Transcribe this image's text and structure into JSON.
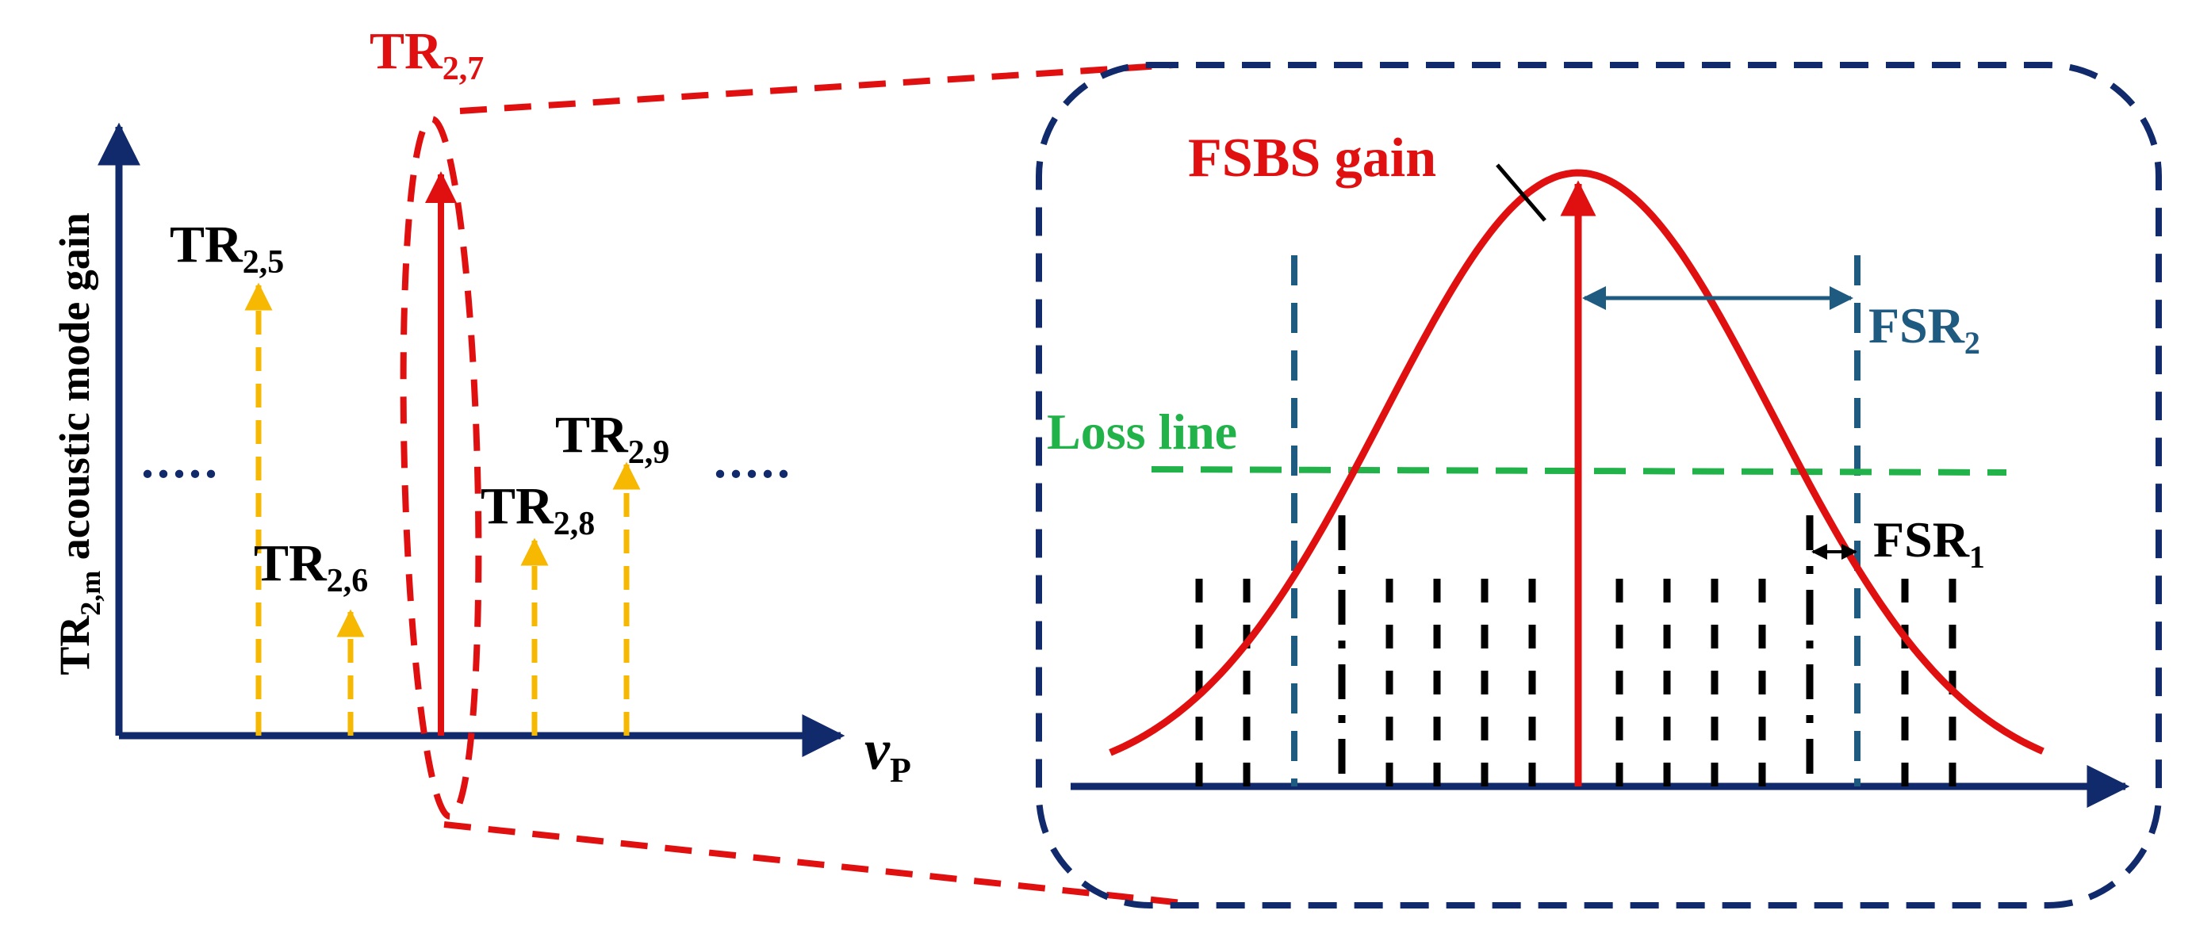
{
  "colors": {
    "axis": "#102a6b",
    "red": "#e01010",
    "yellow": "#f6b800",
    "teal": "#1f5a80",
    "green": "#22b24a",
    "black": "#000000",
    "inset_border": "#102a6b"
  },
  "left_panel": {
    "y_axis_label": {
      "main": "TR",
      "sub": "2,m",
      "rest": " acoustic mode gain"
    },
    "x_axis_label": {
      "main": "v",
      "sub": "P"
    },
    "ellipsis_left": ".....",
    "ellipsis_right": ".....",
    "peaks": [
      {
        "main": "TR",
        "sub": "2,5",
        "gain": 0.73,
        "color": "yellow"
      },
      {
        "main": "TR",
        "sub": "2,6",
        "gain": 0.19,
        "color": "yellow"
      },
      {
        "main": "TR",
        "sub": "2,7",
        "gain": 0.89,
        "color": "red"
      },
      {
        "main": "TR",
        "sub": "2,8",
        "gain": 0.32,
        "color": "yellow"
      },
      {
        "main": "TR",
        "sub": "2,9",
        "gain": 0.44,
        "color": "yellow"
      }
    ]
  },
  "inset": {
    "gain_label": "FSBS gain",
    "loss_label": "Loss line",
    "fsr2_label": {
      "main": "FSR",
      "sub": "2"
    },
    "fsr1_label": {
      "main": "FSR",
      "sub": "1"
    }
  }
}
